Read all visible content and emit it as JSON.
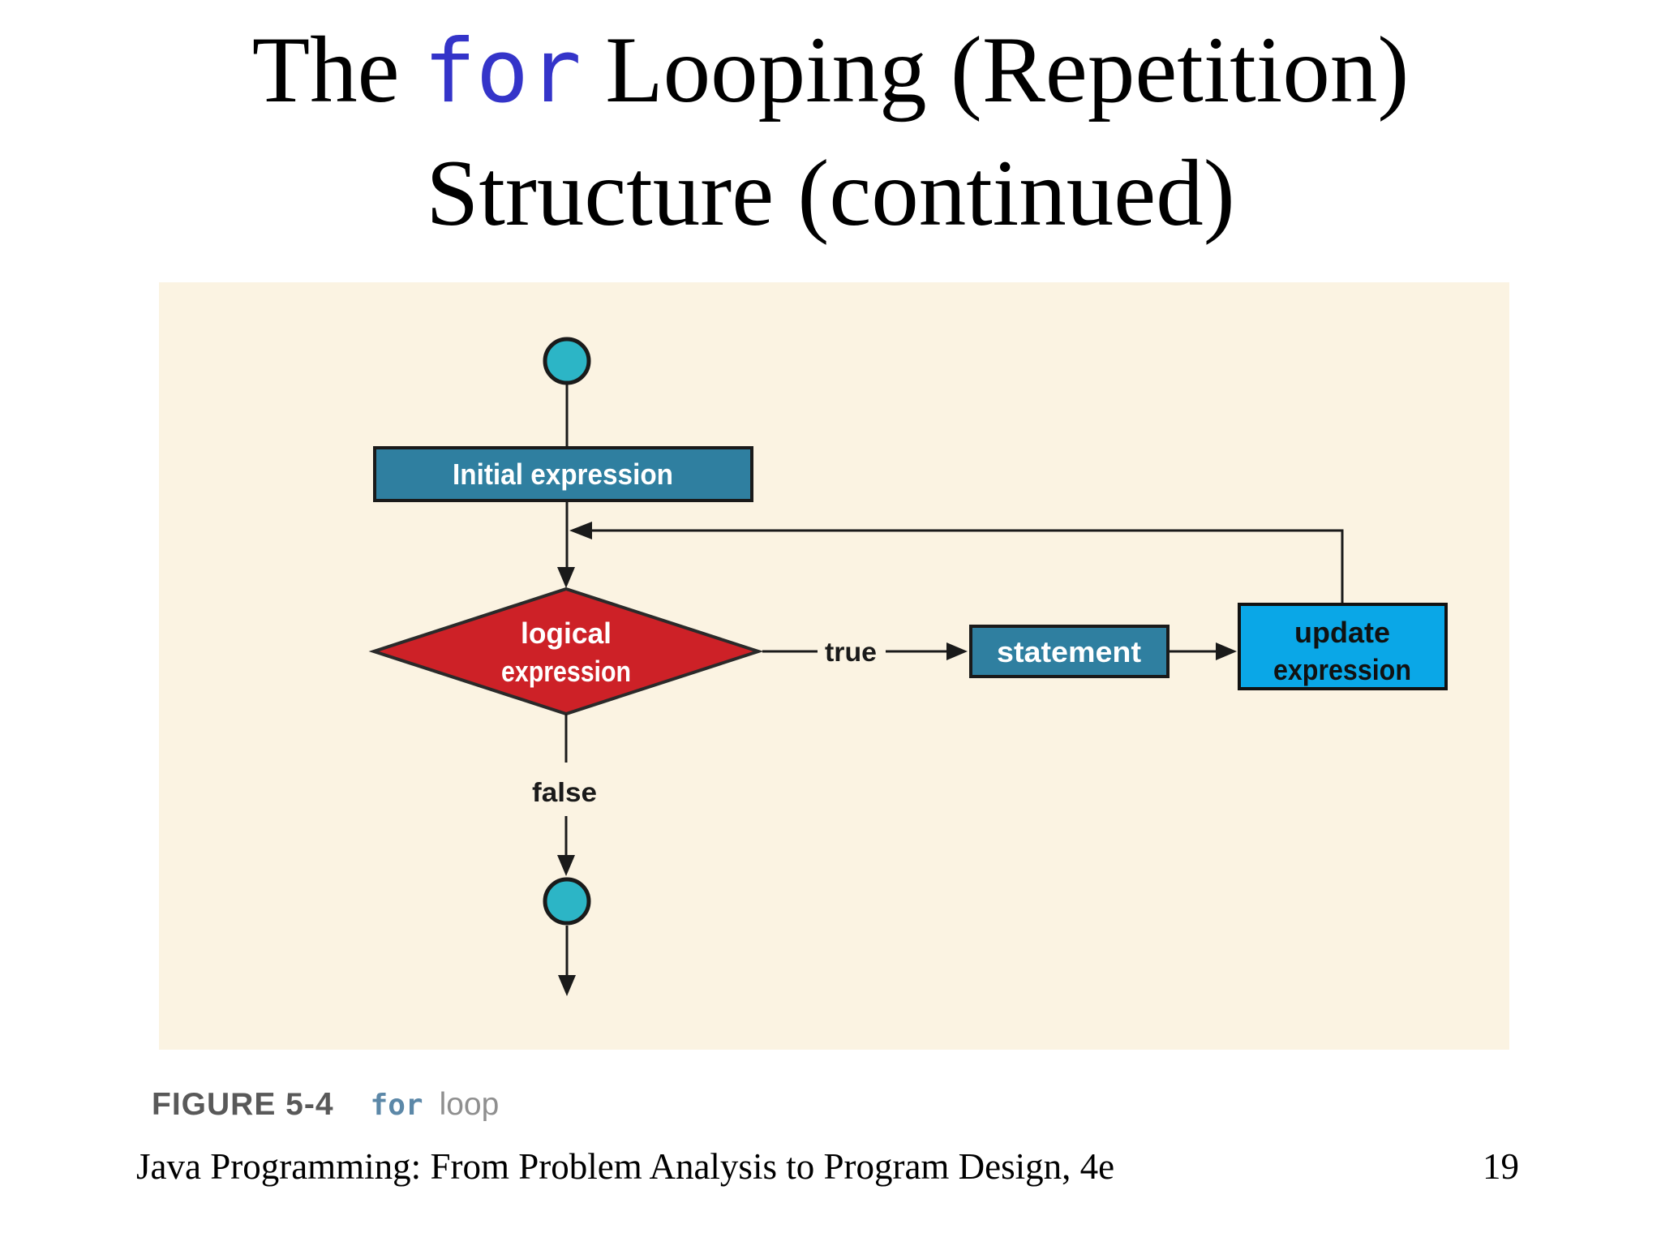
{
  "slide": {
    "title": {
      "line1_prefix": "The ",
      "line1_keyword": "for",
      "line1_suffix": " Looping (Repetition)",
      "line2": "Structure (continued)"
    },
    "footer": {
      "book": "Java Programming: From Problem Analysis to Program Design, 4e",
      "page_number": "19"
    }
  },
  "figure": {
    "caption_label": "FIGURE 5-4",
    "caption_keyword": "for",
    "caption_rest": "loop",
    "colors": {
      "panel_background": "#FBF3E2",
      "terminal_fill": "#2CB5C6",
      "process_fill": "#2F7FA0",
      "decision_fill": "#CD2127",
      "update_fill": "#0AA7E7",
      "line": "#1A1A1A",
      "title_keyword_blue": "#3434C9",
      "caption_keyword_blue": "#5C88A8"
    },
    "flowchart": {
      "initial_label": "Initial expression",
      "decision_line1": "logical",
      "decision_line2": "expression",
      "true_label": "true",
      "statement_label": "statement",
      "update_line1": "update",
      "update_line2": "expression",
      "false_label": "false"
    }
  }
}
